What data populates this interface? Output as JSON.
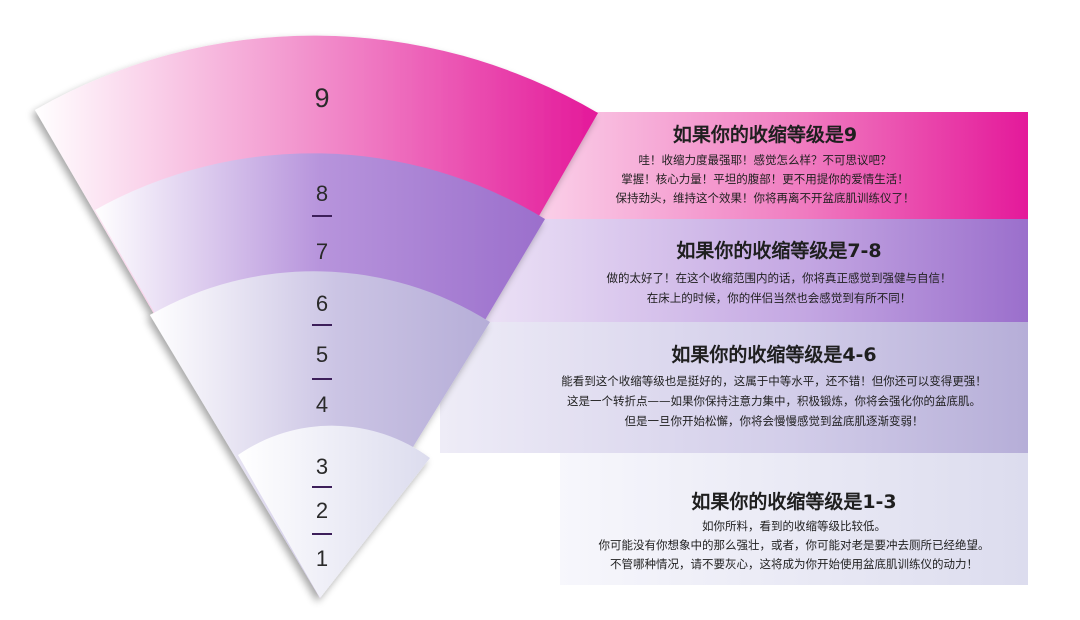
{
  "levels": [
    {
      "id": "9",
      "numbers": [
        "9"
      ],
      "title": "如果你的收缩等级是9",
      "lines": [
        "哇！收缩力度最强耶！感觉怎么样？不可思议吧？",
        "掌握！核心力量！平坦的腹部！更不用提你的爱情生活！",
        "保持劲头，维持这个效果！你将再离不开盆底肌训练仪了！"
      ],
      "color": "#e4199a"
    },
    {
      "id": "7-8",
      "numbers": [
        "8",
        "7"
      ],
      "title": "如果你的收缩等级是7-8",
      "lines": [
        "做的太好了！在这个收缩范围内的话，你将真正感觉到强健与自信！",
        "在床上的时候，你的伴侣当然也会感觉到有所不同！"
      ],
      "color": "#9b6fcc"
    },
    {
      "id": "4-6",
      "numbers": [
        "6",
        "5",
        "4"
      ],
      "title": "如果你的收缩等级是4-6",
      "lines": [
        "能看到这个收缩等级也是挺好的，这属于中等水平，还不错！但你还可以变得更强！",
        "这是一个转折点——如果你保持注意力集中，积极锻炼，你将会强化你的盆底肌。",
        "但是一旦你开始松懈，你将会慢慢感觉到盆底肌逐渐变弱！"
      ],
      "color": "#b6aed8"
    },
    {
      "id": "1-3",
      "numbers": [
        "3",
        "2",
        "1"
      ],
      "title": "如果你的收缩等级是1-3",
      "lines": [
        "如你所料，看到的收缩等级比较低。",
        "你可能没有你想象中的那么强壮，或者，你可能对老是要冲去厕所已经绝望。",
        "不管哪种情况，请不要灰心，这将成为你开始使用盆底肌训练仪的动力！"
      ],
      "color": "#dcdcee"
    }
  ],
  "divider_color": "#3d1f5a"
}
